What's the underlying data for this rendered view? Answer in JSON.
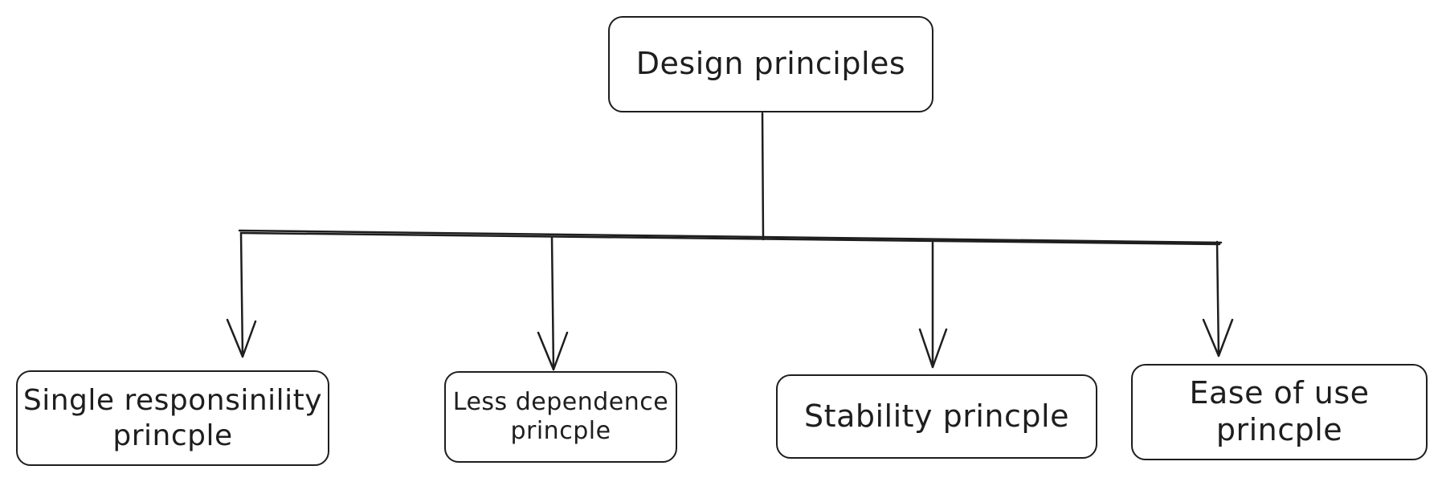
{
  "root": {
    "label": "Design principles"
  },
  "children": [
    {
      "line1": "Single responsinility",
      "line2": "princple"
    },
    {
      "line1": "Less dependence",
      "line2": "princple"
    },
    {
      "line1": "Stability princple"
    },
    {
      "line1": "Ease of use",
      "line2": "princple"
    }
  ]
}
